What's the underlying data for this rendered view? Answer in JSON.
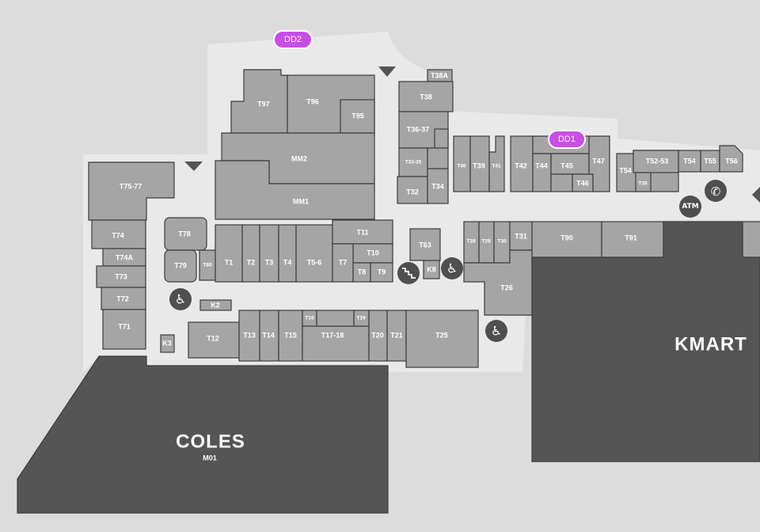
{
  "colors": {
    "background": "#dcdcdc",
    "mall_floor": "#e9e9e9",
    "shop_fill": "#a5a5a5",
    "anchor_fill": "#555555",
    "outline": "#3c3c3c",
    "marker": "#c94de6"
  },
  "markers": [
    {
      "id": "dd2",
      "label": "DD2"
    },
    {
      "id": "dd1",
      "label": "DD1"
    }
  ],
  "anchors": {
    "coles": {
      "name": "COLES",
      "code": "M01"
    },
    "kmart": {
      "name": "KMART"
    }
  },
  "shops": {
    "T38A": "T38A",
    "T38": "T38",
    "T36_37": "T36-37",
    "T33_35": "T33-35",
    "T32": "T32",
    "T34": "T34",
    "T97": "T97",
    "T96": "T96",
    "T95": "T95",
    "MM2": "MM2",
    "MM1": "MM1",
    "T40": "T40",
    "T39": "T39",
    "T41": "T41",
    "T42": "T42",
    "T44": "T44",
    "T45": "T45",
    "T46": "T46",
    "T47": "T47",
    "T54": "T54",
    "T52_53": "T52-53",
    "T30b": "T30",
    "T54b": "T54",
    "T55": "T55",
    "T56": "T56",
    "T75_77": "T75-77",
    "T74": "T74",
    "T74A": "T74A",
    "T73": "T73",
    "T72": "T72",
    "T71": "T71",
    "T78": "T78",
    "T79": "T79",
    "T80": "T80",
    "T1": "T1",
    "T2": "T2",
    "T3": "T3",
    "T4": "T4",
    "T5_6": "T5-6",
    "T11": "T11",
    "T10": "T10",
    "T7": "T7",
    "T8": "T8",
    "T9": "T9",
    "T63": "T63",
    "K8": "K8",
    "T28": "T28",
    "T29": "T29",
    "T30": "T30",
    "T31": "T31",
    "T26": "T26",
    "T90": "T90",
    "T91": "T91",
    "K2": "K2",
    "K3": "K3",
    "T12": "T12",
    "T13": "T13",
    "T14": "T14",
    "T15": "T15",
    "T16": "T16",
    "T17_18": "T17-18",
    "T19": "T19",
    "T20": "T20",
    "T21": "T21",
    "T25": "T25"
  },
  "facilities": {
    "atm": {
      "label": "ATM",
      "icon": "atm-icon"
    },
    "phone": {
      "icon": "phone-icon"
    },
    "stairs": {
      "icon": "stairs-icon"
    },
    "accessible": {
      "icon": "wheelchair-icon"
    },
    "entrance": {
      "icon": "entrance-arrow-icon"
    }
  }
}
